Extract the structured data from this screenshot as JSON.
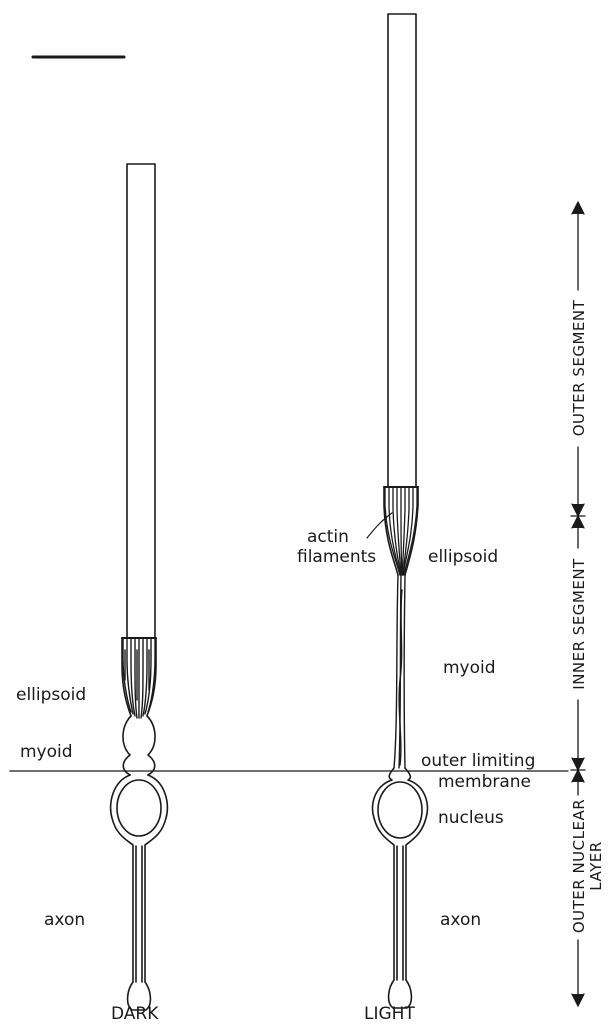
{
  "colors": {
    "ink": "#1a1a1a",
    "paper": "#ffffff"
  },
  "labels": {
    "dark_cell": {
      "ellipsoid": "ellipsoid",
      "myoid": "myoid",
      "axon": "axon",
      "condition": "DARK"
    },
    "light_cell": {
      "actin_line1": "actin",
      "actin_line2": "filaments",
      "ellipsoid": "ellipsoid",
      "myoid": "myoid",
      "olm_line1": "outer limiting",
      "olm_line2": "membrane",
      "nucleus": "nucleus",
      "axon": "axon",
      "condition": "LIGHT"
    },
    "regions": {
      "outer_segment": "OUTER SEGMENT",
      "inner_segment": "INNER SEGMENT",
      "outer_nuclear_line1": "OUTER NUCLEAR",
      "outer_nuclear_line2": "LAYER"
    }
  }
}
